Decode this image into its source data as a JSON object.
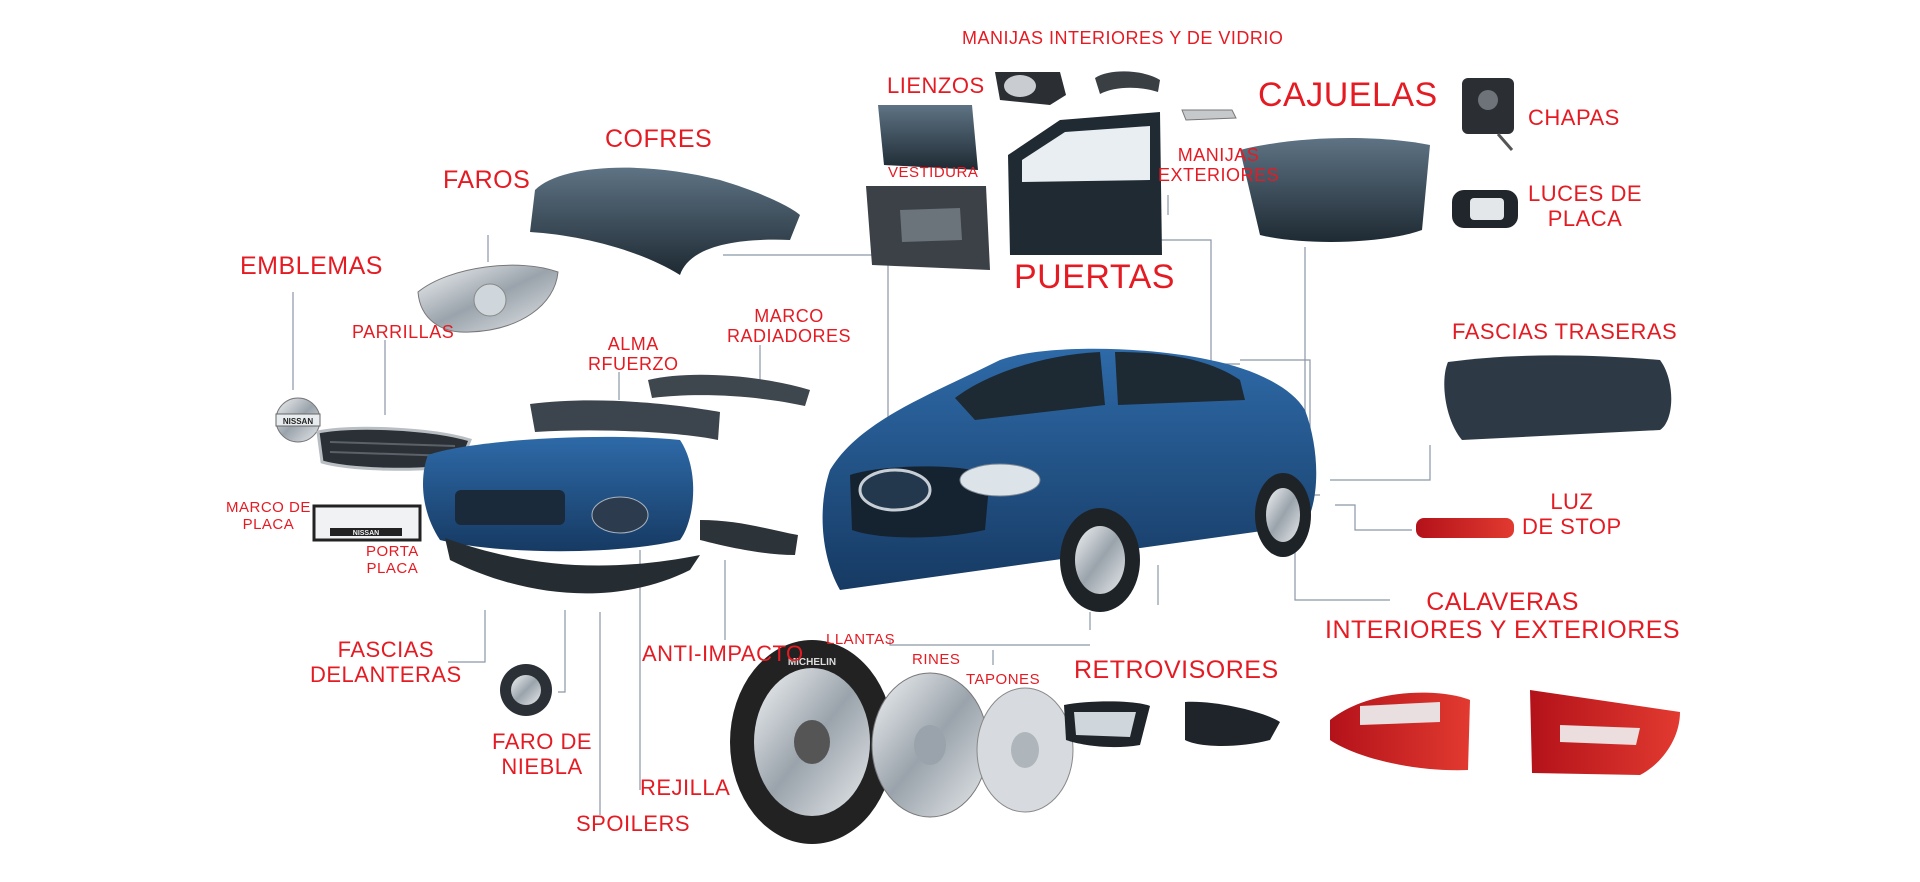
{
  "labels": {
    "manijas_interiores": "Manijas interiores y de vidrio",
    "lienzos": "Lienzos",
    "cajuelas": "Cajuelas",
    "chapas": "Chapas",
    "vestidura": "Vestidura",
    "manijas_exteriores": [
      "Manijas",
      "exteriores"
    ],
    "cofres": "Cofres",
    "luces_de_placa": [
      "Luces de",
      "placa"
    ],
    "faros": "Faros",
    "puertas": "Puertas",
    "emblemas": "Emblemas",
    "parrillas": "Parrillas",
    "alma_refuerzo": [
      "Alma",
      "rfuerzo"
    ],
    "marco_radiadores": [
      "Marco",
      "radiadores"
    ],
    "fascias_traseras": "Fascias traseras",
    "marco_de_placa": [
      "Marco de",
      "placa"
    ],
    "porta_placa": [
      "Porta",
      "placa"
    ],
    "luz_de_stop": [
      "Luz",
      "de stop"
    ],
    "calaveras": [
      "Calaveras",
      "interiores y exteriores"
    ],
    "fascias_delanteras": [
      "Fascias",
      "delanteras"
    ],
    "anti_impacto": "Anti-impacto",
    "llantas": "Llantas",
    "rines": "Rines",
    "tapones": "Tapones",
    "retrovisores": "Retrovisores",
    "faro_de_niebla": [
      "Faro de",
      "niebla"
    ],
    "rejilla": "Rejilla",
    "spoilers": "Spoilers"
  },
  "brand_text": {
    "emblem": "NISSAN",
    "plate_holder": "NISSAN",
    "tire": "MICHELIN"
  },
  "colors": {
    "label_red": "#e51b23",
    "leader_line": "#8a97a8",
    "car_blue": "#1f4f86",
    "part_dark": "#2e3b46"
  }
}
